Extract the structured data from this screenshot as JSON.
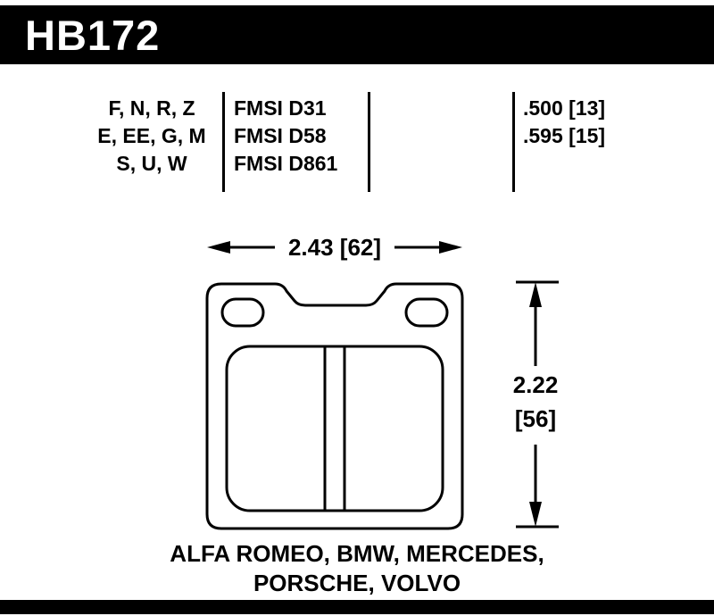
{
  "header": {
    "part_number": "HB172"
  },
  "spec_table": {
    "compounds": [
      "F, N, R, Z",
      "E, EE, G, M",
      "S, U, W"
    ],
    "fmsi": [
      "FMSI D31",
      "FMSI D58",
      "FMSI D861"
    ],
    "pad_thickness": [
      ".500 [13]",
      ".595 [15]"
    ]
  },
  "dimensions": {
    "width_label": "2.43 [62]",
    "height_value": "2.22",
    "height_mm": "[56]"
  },
  "applications": [
    "ALFA ROMEO, BMW, MERCEDES,",
    "PORSCHE, VOLVO"
  ],
  "colors": {
    "bar": "#000000",
    "background": "#ffffff",
    "line": "#000000"
  }
}
